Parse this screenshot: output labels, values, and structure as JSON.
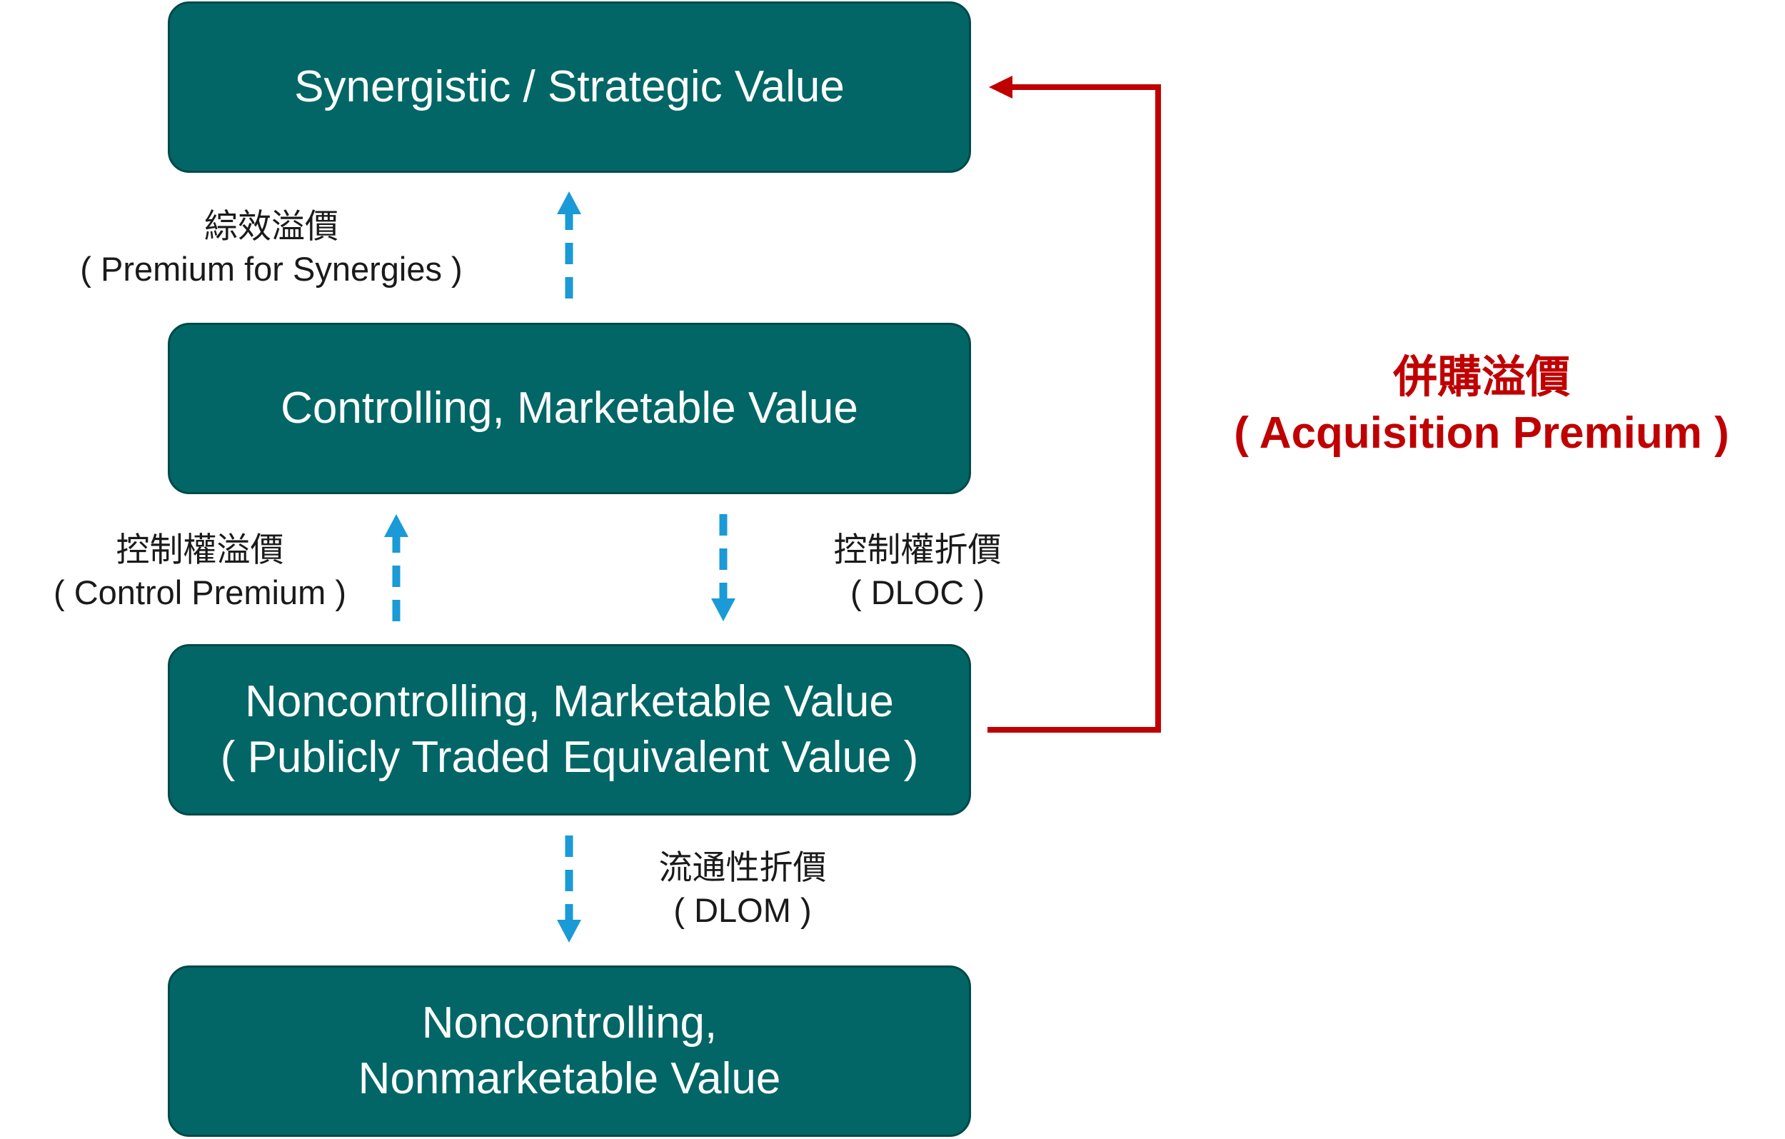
{
  "boxes": {
    "synergistic": {
      "line1": "Synergistic / Strategic Value"
    },
    "controlling": {
      "line1": "Controlling, Marketable Value"
    },
    "noncontrolling_marketable": {
      "line1": "Noncontrolling, Marketable Value",
      "line2": "( Publicly Traded Equivalent Value )"
    },
    "noncontrolling_nonmarketable": {
      "line1": "Noncontrolling,",
      "line2": "Nonmarketable Value"
    }
  },
  "labels": {
    "synergy_premium": {
      "zh": "綜效溢價",
      "en": "( Premium for Synergies )"
    },
    "control_premium": {
      "zh": "控制權溢價",
      "en": "( Control Premium )"
    },
    "dloc": {
      "zh": "控制權折價",
      "en": "( DLOC )"
    },
    "dlom": {
      "zh": "流通性折價",
      "en": "( DLOM )"
    },
    "acquisition_premium": {
      "zh": "併購溢價",
      "en": "( Acquisition Premium )"
    }
  },
  "colors": {
    "box_fill": "#036666",
    "box_text": "#ffffff",
    "dashed_arrow": "#1a9ad6",
    "acquisition_arrow": "#c00000",
    "acquisition_text": "#c00000"
  },
  "icons": {
    "dashed_arrows": "dashed-arrow-icon",
    "acquisition_arrow": "elbow-arrow-icon"
  }
}
